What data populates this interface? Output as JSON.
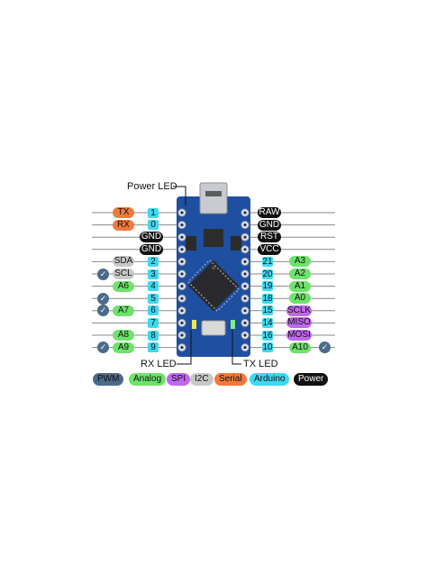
{
  "annotations": {
    "power_led": "Power LED",
    "rx_led": "RX LED",
    "tx_led": "TX LED"
  },
  "left_pins": [
    {
      "tags": [
        {
          "text": "TX",
          "kind": "serial"
        }
      ],
      "pin": "1",
      "check": false
    },
    {
      "tags": [
        {
          "text": "RX",
          "kind": "serial"
        }
      ],
      "pin": "0",
      "check": false
    },
    {
      "tags": [
        {
          "text": "GND",
          "kind": "power"
        }
      ],
      "pin": "",
      "check": false
    },
    {
      "tags": [
        {
          "text": "GND",
          "kind": "power"
        }
      ],
      "pin": "",
      "check": false
    },
    {
      "tags": [
        {
          "text": "SDA",
          "kind": "i2c"
        }
      ],
      "pin": "2",
      "check": false
    },
    {
      "tags": [
        {
          "text": "SCL",
          "kind": "i2c"
        }
      ],
      "pin": "3",
      "check": true
    },
    {
      "tags": [
        {
          "text": "A6",
          "kind": "analog"
        }
      ],
      "pin": "4",
      "check": false
    },
    {
      "tags": [],
      "pin": "5",
      "check": true
    },
    {
      "tags": [
        {
          "text": "A7",
          "kind": "analog"
        }
      ],
      "pin": "6",
      "check": true
    },
    {
      "tags": [],
      "pin": "7",
      "check": false
    },
    {
      "tags": [
        {
          "text": "A8",
          "kind": "analog"
        }
      ],
      "pin": "8",
      "check": false
    },
    {
      "tags": [
        {
          "text": "A9",
          "kind": "analog"
        }
      ],
      "pin": "9",
      "check": true
    }
  ],
  "right_pins": [
    {
      "tags": [
        {
          "text": "RAW",
          "kind": "power"
        }
      ],
      "pin": "",
      "check": false
    },
    {
      "tags": [
        {
          "text": "GND",
          "kind": "power"
        }
      ],
      "pin": "",
      "check": false
    },
    {
      "tags": [
        {
          "text": "RST",
          "kind": "power"
        }
      ],
      "pin": "",
      "check": false
    },
    {
      "tags": [
        {
          "text": "VCC",
          "kind": "power"
        }
      ],
      "pin": "",
      "check": false
    },
    {
      "tags": [
        {
          "text": "A3",
          "kind": "analog"
        }
      ],
      "pin": "21",
      "check": false
    },
    {
      "tags": [
        {
          "text": "A2",
          "kind": "analog"
        }
      ],
      "pin": "20",
      "check": false
    },
    {
      "tags": [
        {
          "text": "A1",
          "kind": "analog"
        }
      ],
      "pin": "19",
      "check": false
    },
    {
      "tags": [
        {
          "text": "A0",
          "kind": "analog"
        }
      ],
      "pin": "18",
      "check": false
    },
    {
      "tags": [
        {
          "text": "SCLK",
          "kind": "spi"
        }
      ],
      "pin": "15",
      "check": false
    },
    {
      "tags": [
        {
          "text": "MISO",
          "kind": "spi"
        }
      ],
      "pin": "14",
      "check": false
    },
    {
      "tags": [
        {
          "text": "MOSI",
          "kind": "spi"
        }
      ],
      "pin": "16",
      "check": false
    },
    {
      "tags": [
        {
          "text": "A10",
          "kind": "analog"
        }
      ],
      "pin": "10",
      "check": true
    }
  ],
  "legend": [
    {
      "text": "PWM",
      "kind": "pwm"
    },
    {
      "text": "Analog",
      "kind": "analog"
    },
    {
      "text": "SPI",
      "kind": "spi"
    },
    {
      "text": "I2C",
      "kind": "i2c"
    },
    {
      "text": "Serial",
      "kind": "serial"
    },
    {
      "text": "Arduino",
      "kind": "arduino"
    },
    {
      "text": "Power",
      "kind": "power"
    }
  ],
  "check_symbol": "✓",
  "colors": {
    "pwm": "#4b6b8a",
    "analog": "#6ee36b",
    "spi": "#c067f0",
    "i2c": "#c8c8c8",
    "serial": "#f07a3c",
    "arduino": "#3dd9f0",
    "power": "#111111",
    "board": "#1f4fa0",
    "board_dark": "#173d80",
    "line": "#888888"
  }
}
